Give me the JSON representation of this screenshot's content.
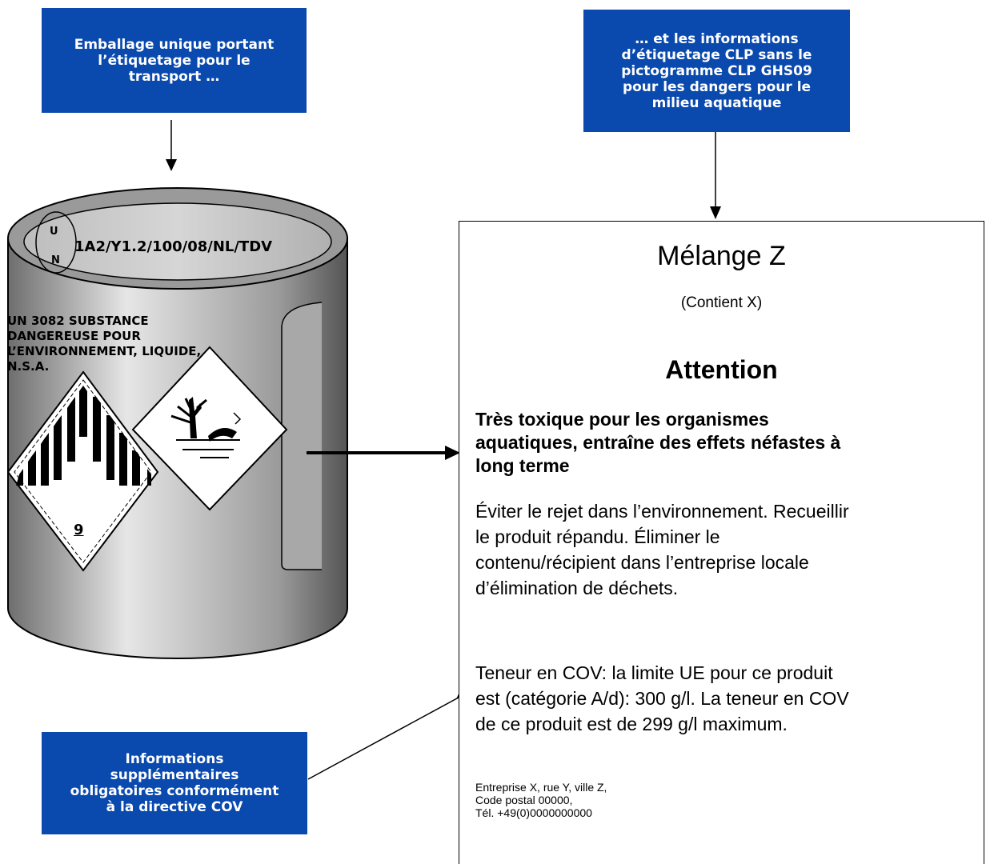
{
  "callouts": {
    "transport": [
      "Emballage unique portant",
      "l’étiquetage pour le",
      "transport …"
    ],
    "clp": [
      "… et les informations",
      "d’étiquetage CLP sans le",
      "pictogramme CLP GHS09",
      "pour les dangers pour le",
      "milieu aquatique"
    ],
    "cov": [
      "Informations",
      "supplémentaires",
      "obligatoires conformément",
      "à la directive COV"
    ]
  },
  "drum": {
    "un_letter_u": "U",
    "un_letter_n": "N",
    "un_code": "1A2/Y1.2/100/08/NL/TDV",
    "proper_shipping_name": [
      "UN 3082 SUBSTANCE",
      "DANGEREUSE POUR",
      "L’ENVIRONNEMENT, LIQUIDE,",
      "N.S.A."
    ],
    "class_number": "9",
    "icons": [
      "class-9-hazard-diamond-icon",
      "environment-hazard-diamond-icon"
    ]
  },
  "label": {
    "product_name": "Mélange Z",
    "contains": "(Contient X)",
    "signal_word": "Attention",
    "hazard_statement": [
      "Très toxique pour les organismes",
      "aquatiques, entraîne des effets néfastes à",
      "long terme"
    ],
    "precautionary": [
      "Éviter le rejet dans l’environnement. Recueillir",
      "le produit répandu. Éliminer le",
      "contenu/récipient dans l’entreprise locale",
      "d’élimination de déchets."
    ],
    "voc_info": [
      "Teneur en COV: la limite UE pour ce produit",
      "est (catégorie A/d): 300 g/l. La teneur en COV",
      "de ce produit est de 299 g/l maximum."
    ],
    "supplier": [
      "Entreprise X, rue Y, ville Z,",
      "Code postal 00000,",
      "Tél. +49(0)0000000000"
    ]
  },
  "colors": {
    "callout_background": "#0a49ad",
    "callout_text": "#ffffff"
  }
}
